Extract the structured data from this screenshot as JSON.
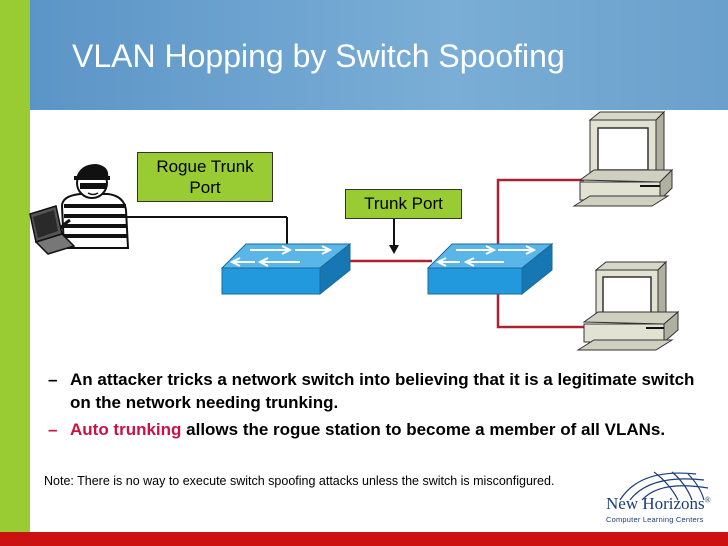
{
  "slide": {
    "title": "VLAN Hopping by Switch Spoofing",
    "labels": {
      "rogue_trunk_port": [
        "Rogue Trunk",
        "Port"
      ],
      "trunk_port": "Trunk Port"
    },
    "bullets": [
      {
        "prefix": "",
        "highlight": "",
        "text": "An attacker tricks a network switch into believing that it is a legitimate switch on the network needing trunking."
      },
      {
        "prefix": "",
        "highlight": "Auto trunking",
        "text": " allows the rogue station to become a member of all VLANs."
      }
    ],
    "bullet_marker": "–",
    "note": "Note: There is no way to execute switch spoofing attacks unless the switch is misconfigured.",
    "brand": {
      "name": "New Horizons",
      "registered": "®",
      "tagline": "Computer Learning Centers"
    }
  },
  "colors": {
    "accent_green": "#99cc33",
    "header_blue": "#6aa0cc",
    "footer_red": "#cc1111",
    "highlight_red": "#cc1144",
    "switch_blue": "#2299dd",
    "link_red": "#aa2233",
    "brand_blue": "#1a3e7a"
  },
  "icons": [
    "attacker-icon",
    "laptop-icon",
    "switch-icon",
    "computer-icon"
  ]
}
